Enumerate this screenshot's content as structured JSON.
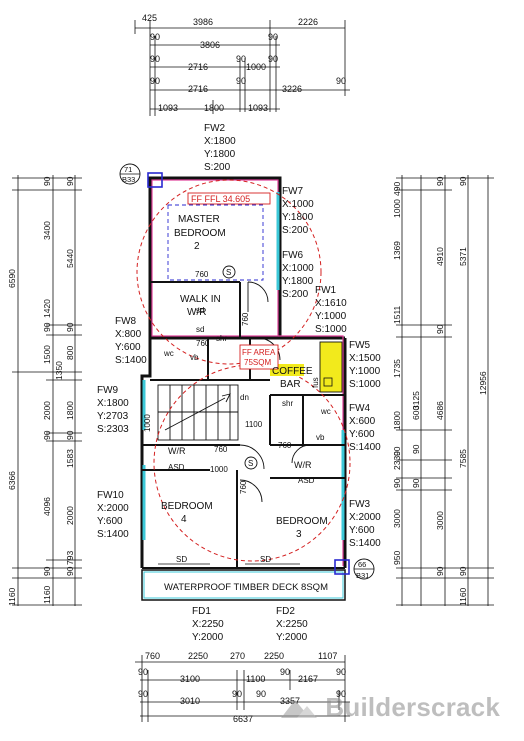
{
  "top_dimensions": {
    "row1": [
      "425",
      "3986",
      "2226"
    ],
    "row2_ticks": [
      "90",
      "90"
    ],
    "row2": [
      "3806"
    ],
    "row3_ticks": [
      "90",
      "90",
      "90"
    ],
    "row3": [
      "2716",
      "1000"
    ],
    "row4_ticks": [
      "90",
      "90",
      "90"
    ],
    "row4": [
      "2716",
      "3226"
    ],
    "row5": [
      "1093",
      "1800",
      "1093"
    ]
  },
  "bottom_dimensions": {
    "row1": [
      "760",
      "2250",
      "270",
      "2250",
      "1107"
    ],
    "row2_ticks": [
      "90",
      "90",
      "90"
    ],
    "row2": [
      "3100",
      "1100",
      "2167"
    ],
    "row3_ticks": [
      "90",
      "90",
      "90",
      "90"
    ],
    "row3": [
      "3010",
      "3357"
    ],
    "total": "6637"
  },
  "left_dimensions": {
    "outer": [
      "6590",
      "6366",
      "1160"
    ],
    "middle": [
      "5440",
      "1350",
      "4096",
      "2000",
      "1583",
      "793"
    ],
    "inner": [
      "3400",
      "1420",
      "1500",
      "800",
      "1800",
      "2000",
      "1160"
    ],
    "ticks": [
      "90",
      "90",
      "90",
      "90",
      "90",
      "90",
      "90",
      "90",
      "90",
      "90",
      "90",
      "90"
    ]
  },
  "right_dimensions": {
    "outer": [
      "12956"
    ],
    "middle": [
      "5371",
      "7585",
      "1160"
    ],
    "inner": [
      "4910",
      "4686",
      "3000"
    ],
    "col": [
      "490",
      "1000",
      "1369",
      "1511",
      "1735",
      "3125",
      "600",
      "1800",
      "2330",
      "3000",
      "950"
    ],
    "ticks": [
      "90",
      "90",
      "90",
      "90",
      "90",
      "90",
      "90",
      "90",
      "90"
    ]
  },
  "windows": {
    "fw2": {
      "name": "FW2",
      "x": "X:1800",
      "y": "Y:1800",
      "s": "S:200"
    },
    "fw7": {
      "name": "FW7",
      "x": "X:1000",
      "y": "Y:1800",
      "s": "S:200"
    },
    "fw6": {
      "name": "FW6",
      "x": "X:1000",
      "y": "Y:1800",
      "s": "S:200"
    },
    "fw1": {
      "name": "FW1",
      "x": "X:1610",
      "y": "Y:1000",
      "s": "S:1000"
    },
    "fw8": {
      "name": "FW8",
      "x": "X:800",
      "y": "Y:600",
      "s": "S:1400"
    },
    "fw5": {
      "name": "FW5",
      "x": "X:1500",
      "y": "Y:1000",
      "s": "S:1000"
    },
    "fw9": {
      "name": "FW9",
      "x": "X:1800",
      "y": "Y:2703",
      "s": "S:2303"
    },
    "fw4": {
      "name": "FW4",
      "x": "X:600",
      "y": "Y:600",
      "s": "S:1400"
    },
    "fw10": {
      "name": "FW10",
      "x": "X:2000",
      "y": "Y:600",
      "s": "S:1400"
    },
    "fw3": {
      "name": "FW3",
      "x": "X:2000",
      "y": "Y:600",
      "s": "S:1400"
    },
    "fd1": {
      "name": "FD1",
      "x": "X:2250",
      "y": "Y:2000"
    },
    "fd2": {
      "name": "FD2",
      "x": "X:2250",
      "y": "Y:2000"
    }
  },
  "rooms": {
    "master_l1": "MASTER",
    "master_l2": "BEDROOM",
    "master_l3": "2",
    "walkin_l1": "WALK IN",
    "walkin_l2": "W/R",
    "bed4_l1": "BEDROOM",
    "bed4_l2": "4",
    "bed3_l1": "BEDROOM",
    "bed3_l2": "3",
    "coffee": "COFFEE",
    "bar": "BAR",
    "deck": "WATERPROOF TIMBER DECK 8SQM"
  },
  "annotations": {
    "ffl": "FF FFL 34.605",
    "ff_area_l1": "FF AREA",
    "ff_area_l2": "75SQM",
    "sd": "sd",
    "wc": "wc",
    "vb": "vb",
    "shr": "shr",
    "dn": "dn",
    "wr": "W/R",
    "asd": "ASD",
    "sd_door": "SD",
    "s": "S",
    "d760": "760",
    "d1000": "1000",
    "d1100": "1100",
    "fus": "fus",
    "section_top_num": "71",
    "section_top_sheet": "B33",
    "section_bot_num": "66",
    "section_bot_sheet": "B31"
  },
  "watermark": "Builderscrack",
  "colors": {
    "wall": "#111111",
    "pink": "#e0409a",
    "cyan": "#3cc8d8",
    "blue": "#2a2ad0",
    "red": "#d42020",
    "yellow": "#f2ea1c",
    "grey": "#8a8a8a"
  }
}
